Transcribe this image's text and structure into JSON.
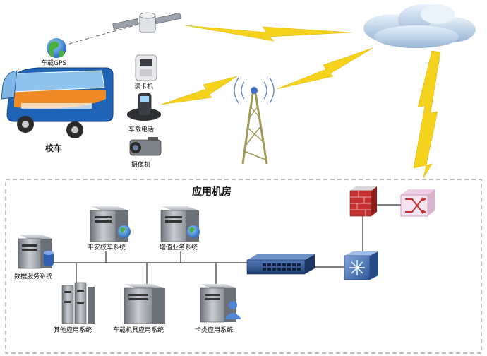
{
  "labels": {
    "gps": "车载GPS",
    "card_reader": "读卡机",
    "car_phone": "车载电话",
    "camera": "摄像机",
    "bus": "校车",
    "room_title": "应用机房",
    "safe_bus": "平安校车系统",
    "value_added": "增值业务系统",
    "data_service": "数据服务系统",
    "other_apps": "其他应用系统",
    "vehicle_apps": "车载机具应用系统",
    "card_apps": "卡类应用系统"
  },
  "colors": {
    "lightning": "#f5d21c",
    "cloud": "#b7cfe6",
    "bus_blue": "#1e63b6",
    "bus_orange": "#f08a24",
    "firewall": "#c62f2f",
    "switch_blue": "#2c4f8c",
    "router": "#3b6fb0",
    "server": "#8f959c"
  }
}
